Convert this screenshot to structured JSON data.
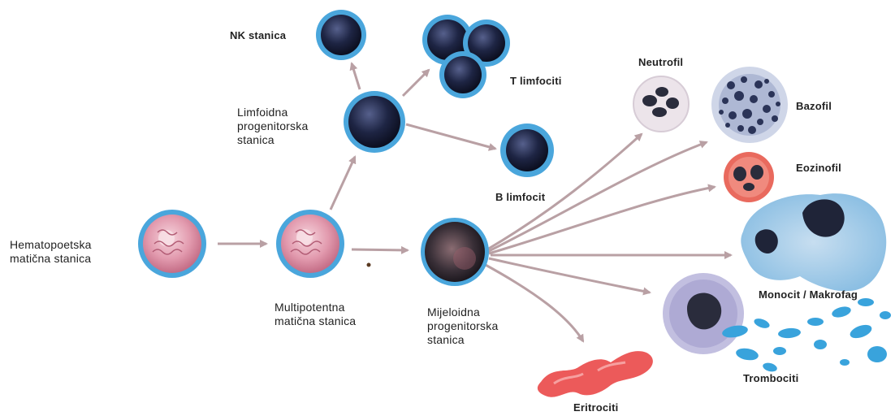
{
  "diagram": {
    "labels": {
      "hematopoetska": "Hematopoetska\nmatična stanica",
      "multipotentna": "Multipotentna\nmatična stanica",
      "limfoidna": "Limfoidna\nprogenitorska\nstanica",
      "mijeloidna": "Mijeloidna\nprogenitorska\nstanica",
      "nk": "NK stanica",
      "t_limfociti": "T limfociti",
      "b_limfocit": "B limfocit",
      "neutrofil": "Neutrofil",
      "bazofil": "Bazofil",
      "eozinofil": "Eozinofil",
      "monocit": "Monocit / Makrofag",
      "trombociti": "Trombociti",
      "eritrociti": "Eritrociti"
    },
    "colors": {
      "arrow": "#b9a0a4",
      "membrane": "#4aa6dc",
      "stem_cytoplasm": "#e8a6b6",
      "lymph_nucleus": "#1c2340",
      "neutrofil_bg": "#ece4ea",
      "bazofil_bg": "#cfd6e8",
      "eozinofil_bg": "#e96a5e",
      "macrophage_bg": "#a7cde8",
      "platelet": "#39a3dc",
      "erythrocyte": "#ec5a5a"
    }
  }
}
